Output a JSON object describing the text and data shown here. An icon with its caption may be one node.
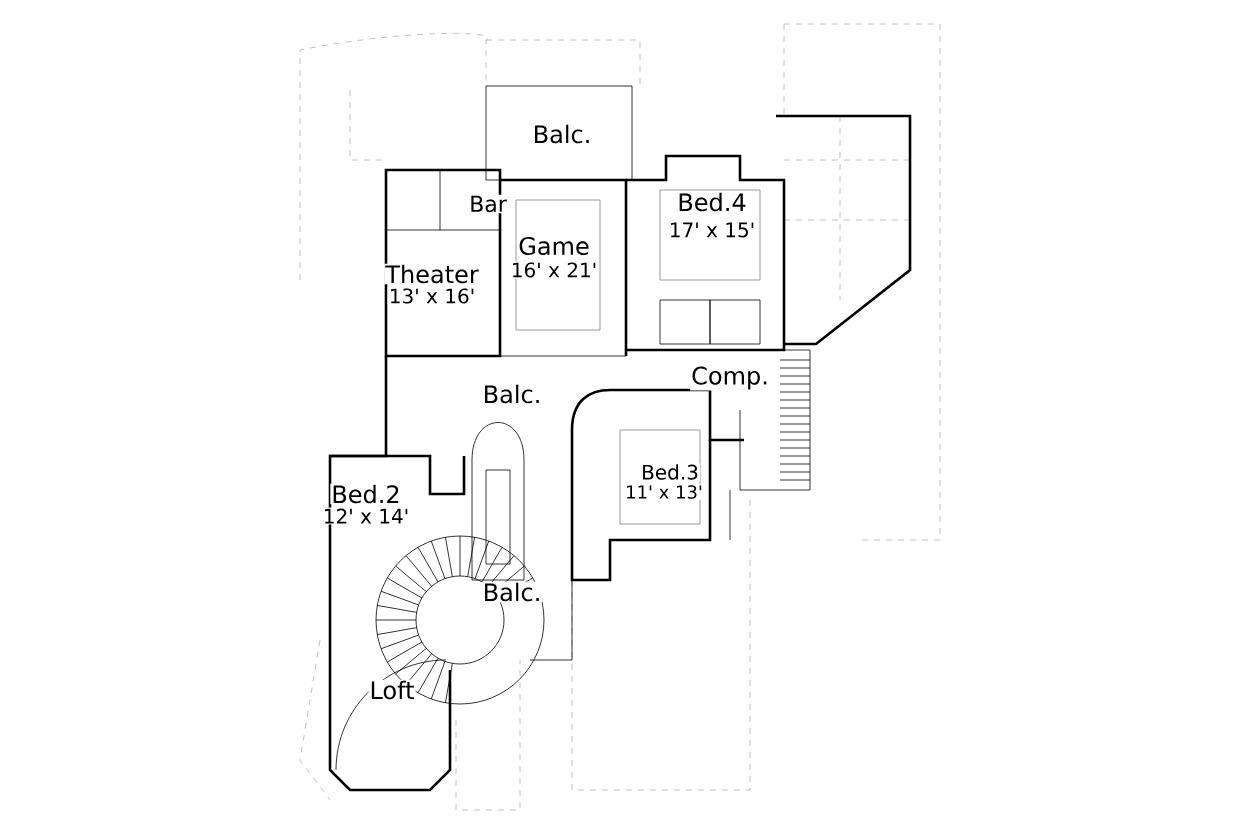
{
  "diagram": {
    "labels": [
      "Balc.",
      "Bar",
      "Bed.4",
      "17' x 15'",
      "Game",
      "16' x 21'",
      "Theater",
      "13' x 16'",
      "Comp.",
      "Balc.",
      "Bed.3",
      "11' x 13'",
      "Bed.2",
      "12' x 14'",
      "Balc.",
      "Loft"
    ]
  }
}
